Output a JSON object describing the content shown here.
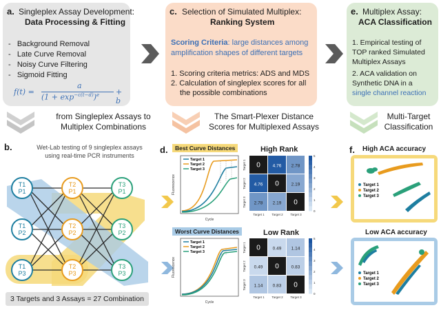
{
  "panel_a": {
    "letter": "a.",
    "title_line1": "Singleplex Assay Development:",
    "title_line2": "Data Processing & Fitting",
    "bullets": [
      "Background Removal",
      "Late Curve Removal",
      "Noisy Curve Filtering",
      "Sigmoid Fitting"
    ],
    "formula_lhs": "f(t) =",
    "formula_num": "a",
    "formula_den": "(1 + exp",
    "formula_exp": "−c(t−d)",
    "formula_den_tail": ")",
    "formula_e": "e",
    "formula_tail": "+ b"
  },
  "panel_c": {
    "letter": "c.",
    "title_line1": "Selection of Simulated Multiplex:",
    "title_line2": "Ranking System",
    "scoring_label": "Scoring Criteria",
    "scoring_text_1": ": large distances among",
    "scoring_text_2": "amplification shapes of different targets",
    "item1": "1. Scoring criteria metrics: ADS and MDS",
    "item2_line1": "2. Calculation of singleplex scores for all",
    "item2_line2": "the possible combinations"
  },
  "panel_e": {
    "letter": "e.",
    "title_line1": "Multiplex Assay:",
    "title_line2": "ACA Classification",
    "item1_lines": [
      "1. Empirical testing of",
      "TOP ranked Simulated",
      "Multiplex Assays"
    ],
    "item2_lines": [
      "2. ACA validation on",
      "Synthetic DNA in a"
    ],
    "item2_highlight": "single channel reaction"
  },
  "transitions": {
    "t1": [
      "from Singleplex Assays to",
      "Multiplex Combinations"
    ],
    "t2": [
      "The Smart-Plexer Distance",
      "Scores for Multiplexed Assays"
    ],
    "t3": [
      "Multi-Target",
      "Classification"
    ]
  },
  "panel_b": {
    "letter": "b.",
    "caption_line1": "Wet-Lab testing of 9 singleplex assays",
    "caption_line2": "using real-time PCR instruments",
    "nodes": [
      {
        "t": "T1",
        "p": "P1"
      },
      {
        "t": "T1",
        "p": "P2"
      },
      {
        "t": "T1",
        "p": "P3"
      },
      {
        "t": "T2",
        "p": "P1"
      },
      {
        "t": "T2",
        "p": "P2"
      },
      {
        "t": "T2",
        "p": "P3"
      },
      {
        "t": "T3",
        "p": "P1"
      },
      {
        "t": "T3",
        "p": "P2"
      },
      {
        "t": "T3",
        "p": "P3"
      }
    ],
    "footer": "3 Targets and 3 Assays = 27 Combination"
  },
  "panel_d": {
    "letter": "d.",
    "best_label": "Best Curve Distances",
    "worst_label": "Worst Curve Distances",
    "legend": [
      "Target 1",
      "Target 2",
      "Target 3"
    ],
    "ylabel": "Fluorescence",
    "xlabel": "Cycle",
    "high_rank": "High Rank",
    "low_rank": "Low Rank",
    "row_labels": [
      "Target 1",
      "Target 2",
      "Target 3"
    ],
    "col_labels": [
      "Target 1",
      "Target 2",
      "Target 3"
    ],
    "colorbar_ticks": [
      "5",
      "4",
      "3",
      "2",
      "1",
      "0"
    ],
    "high_matrix": [
      [
        "0",
        "4.76",
        "2.78"
      ],
      [
        "4.76",
        "0",
        "2.19"
      ],
      [
        "2.78",
        "2.19",
        "0"
      ]
    ],
    "low_matrix": [
      [
        "0",
        "0.49",
        "1.14"
      ],
      [
        "0.49",
        "0",
        "0.83"
      ],
      [
        "1.14",
        "0.83",
        "0"
      ]
    ],
    "high_values": [
      [
        0,
        4.76,
        2.78
      ],
      [
        4.76,
        0,
        2.19
      ],
      [
        2.78,
        2.19,
        0
      ]
    ],
    "low_values": [
      [
        0,
        0.49,
        1.14
      ],
      [
        0.49,
        0,
        0.83
      ],
      [
        1.14,
        0.83,
        0
      ]
    ]
  },
  "panel_f": {
    "letter": "f.",
    "high_title": "High ACA accuracy",
    "low_title": "Low ACA accuracy",
    "legend": [
      "Target 1",
      "Target 2",
      "Target 3"
    ]
  },
  "colors": {
    "gray_panel": "#e6e6e6",
    "peach_panel": "#fbdcc8",
    "green_panel": "#dcebd6",
    "target1": "#1d7ea0",
    "target2": "#e89b1e",
    "target3": "#2aa07a",
    "highlight_yellow": "#f6d97a",
    "highlight_blue": "#a9cbe6",
    "blue_text": "#3b6fb5"
  }
}
